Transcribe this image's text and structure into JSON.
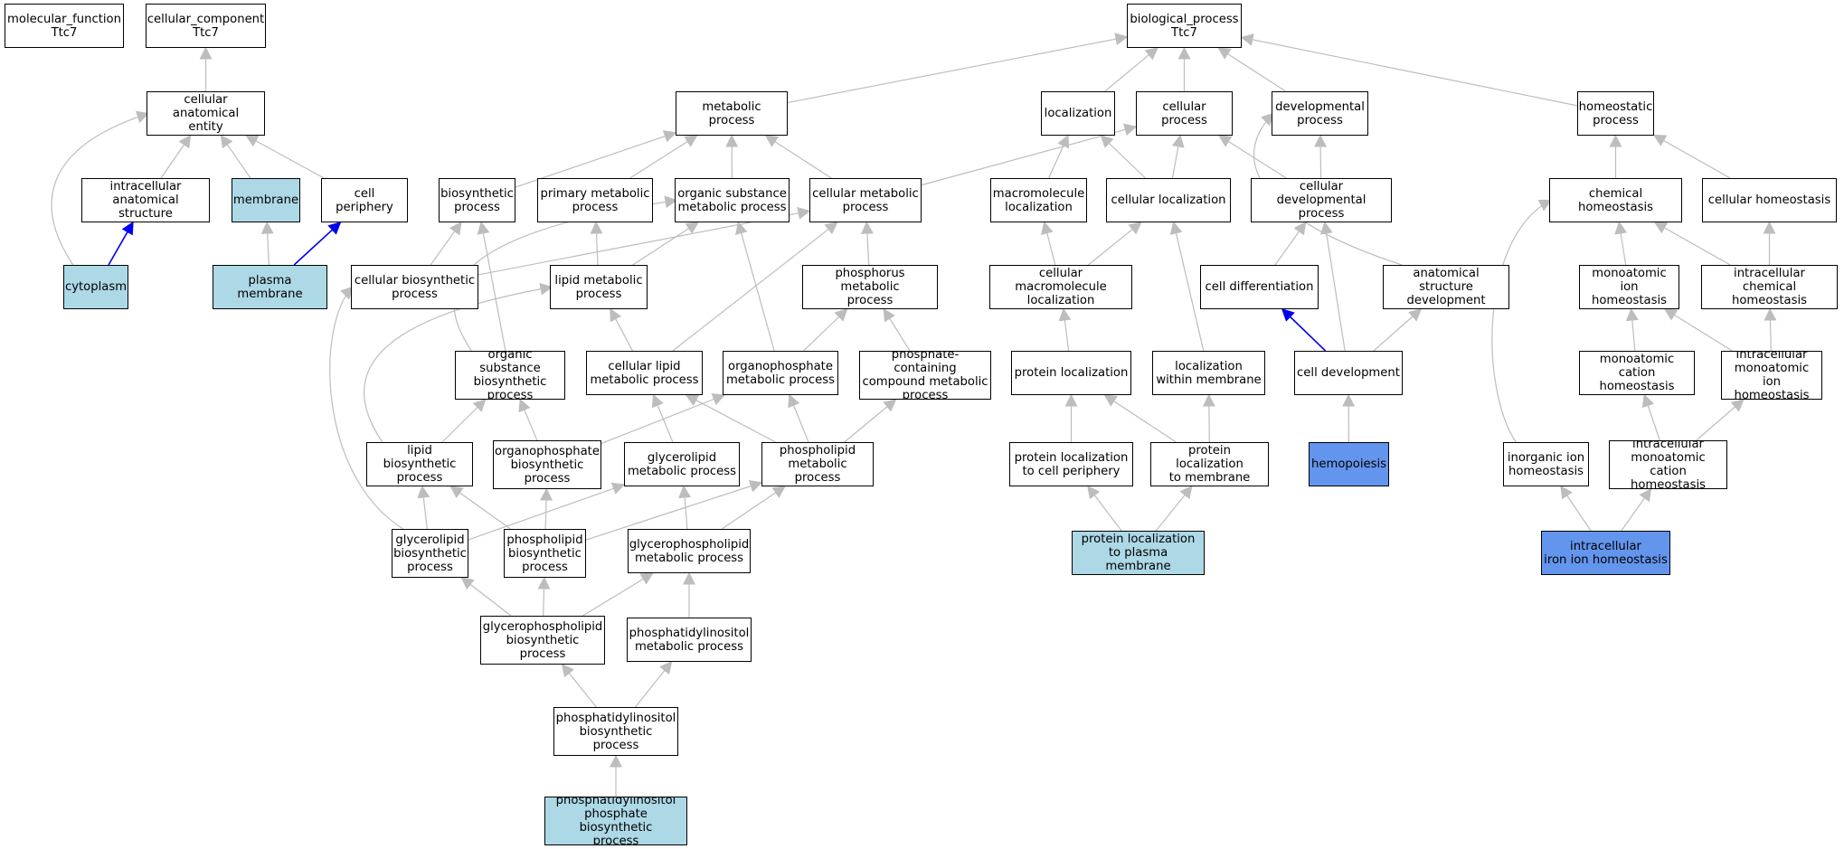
{
  "colors": {
    "gray_edge": "#bdbdbd",
    "blue_edge": "#0000ee",
    "light_fill": "#add8e6",
    "blue_fill": "#6495ed"
  },
  "nodes": {
    "molecular_function": {
      "label": "molecular_function\nTtc7"
    },
    "cellular_component": {
      "label": "cellular_component\nTtc7"
    },
    "biological_process": {
      "label": "biological_process\nTtc7"
    },
    "cellular_anatomical_entity": {
      "label": "cellular anatomical\nentity"
    },
    "metabolic_process": {
      "label": "metabolic process"
    },
    "localization": {
      "label": "localization"
    },
    "cellular_process": {
      "label": "cellular process"
    },
    "developmental_process": {
      "label": "developmental\nprocess"
    },
    "homeostatic_process": {
      "label": "homeostatic\nprocess"
    },
    "intracellular_anatomical_structure": {
      "label": "intracellular\nanatomical structure"
    },
    "membrane": {
      "label": "membrane"
    },
    "cell_periphery": {
      "label": "cell periphery"
    },
    "biosynthetic_process": {
      "label": "biosynthetic\nprocess"
    },
    "primary_metabolic_process": {
      "label": "primary metabolic\nprocess"
    },
    "organic_substance_metabolic_process": {
      "label": "organic substance\nmetabolic process"
    },
    "cellular_metabolic_process": {
      "label": "cellular metabolic\nprocess"
    },
    "macromolecule_localization": {
      "label": "macromolecule\nlocalization"
    },
    "cellular_localization": {
      "label": "cellular localization"
    },
    "cellular_developmental_process": {
      "label": "cellular developmental\nprocess"
    },
    "chemical_homeostasis": {
      "label": "chemical homeostasis"
    },
    "cellular_homeostasis": {
      "label": "cellular homeostasis"
    },
    "cytoplasm": {
      "label": "cytoplasm"
    },
    "plasma_membrane": {
      "label": "plasma membrane"
    },
    "cellular_biosynthetic_process": {
      "label": "cellular biosynthetic\nprocess"
    },
    "lipid_metabolic_process": {
      "label": "lipid metabolic\nprocess"
    },
    "phosphorus_metabolic_process": {
      "label": "phosphorus metabolic\nprocess"
    },
    "cellular_macromolecule_localization": {
      "label": "cellular macromolecule\nlocalization"
    },
    "cell_differentiation": {
      "label": "cell differentiation"
    },
    "anatomical_structure_development": {
      "label": "anatomical structure\ndevelopment"
    },
    "monoatomic_ion_homeostasis": {
      "label": "monoatomic ion\nhomeostasis"
    },
    "intracellular_chemical_homeostasis": {
      "label": "intracellular\nchemical homeostasis"
    },
    "organic_substance_biosynthetic_process": {
      "label": "organic substance\nbiosynthetic\nprocess"
    },
    "cellular_lipid_metabolic_process": {
      "label": "cellular lipid\nmetabolic process"
    },
    "organophosphate_metabolic_process": {
      "label": "organophosphate\nmetabolic process"
    },
    "phosphate_containing_compound_metabolic_process": {
      "label": "phosphate-containing\ncompound metabolic\nprocess"
    },
    "protein_localization": {
      "label": "protein localization"
    },
    "localization_within_membrane": {
      "label": "localization\nwithin membrane"
    },
    "cell_development": {
      "label": "cell development"
    },
    "monoatomic_cation_homeostasis": {
      "label": "monoatomic cation\nhomeostasis"
    },
    "intracellular_monoatomic_ion_homeostasis": {
      "label": "intracellular\nmonoatomic ion\nhomeostasis"
    },
    "lipid_biosynthetic_process": {
      "label": "lipid biosynthetic\nprocess"
    },
    "organophosphate_biosynthetic_process": {
      "label": "organophosphate\nbiosynthetic\nprocess"
    },
    "glycerolipid_metabolic_process": {
      "label": "glycerolipid\nmetabolic process"
    },
    "phospholipid_metabolic_process": {
      "label": "phospholipid\nmetabolic process"
    },
    "protein_localization_to_cell_periphery": {
      "label": "protein localization\nto cell periphery"
    },
    "protein_localization_to_membrane": {
      "label": "protein localization\nto membrane"
    },
    "hemopoiesis": {
      "label": "hemopoiesis"
    },
    "inorganic_ion_homeostasis": {
      "label": "inorganic ion\nhomeostasis"
    },
    "intracellular_monoatomic_cation_homeostasis": {
      "label": "intracellular\nmonoatomic cation\nhomeostasis"
    },
    "glycerolipid_biosynthetic_process": {
      "label": "glycerolipid\nbiosynthetic\nprocess"
    },
    "phospholipid_biosynthetic_process": {
      "label": "phospholipid\nbiosynthetic\nprocess"
    },
    "glycerophospholipid_metabolic_process": {
      "label": "glycerophospholipid\nmetabolic process"
    },
    "protein_localization_to_plasma_membrane": {
      "label": "protein localization\nto plasma membrane"
    },
    "intracellular_iron_ion_homeostasis": {
      "label": "intracellular\niron ion homeostasis"
    },
    "glycerophospholipid_biosynthetic_process": {
      "label": "glycerophospholipid\nbiosynthetic\nprocess"
    },
    "phosphatidylinositol_metabolic_process": {
      "label": "phosphatidylinositol\nmetabolic process"
    },
    "phosphatidylinositol_biosynthetic_process": {
      "label": "phosphatidylinositol\nbiosynthetic\nprocess"
    },
    "phosphatidylinositol_phosphate_biosynthetic_process": {
      "label": "phosphatidylinositol\nphosphate biosynthetic\nprocess"
    }
  }
}
